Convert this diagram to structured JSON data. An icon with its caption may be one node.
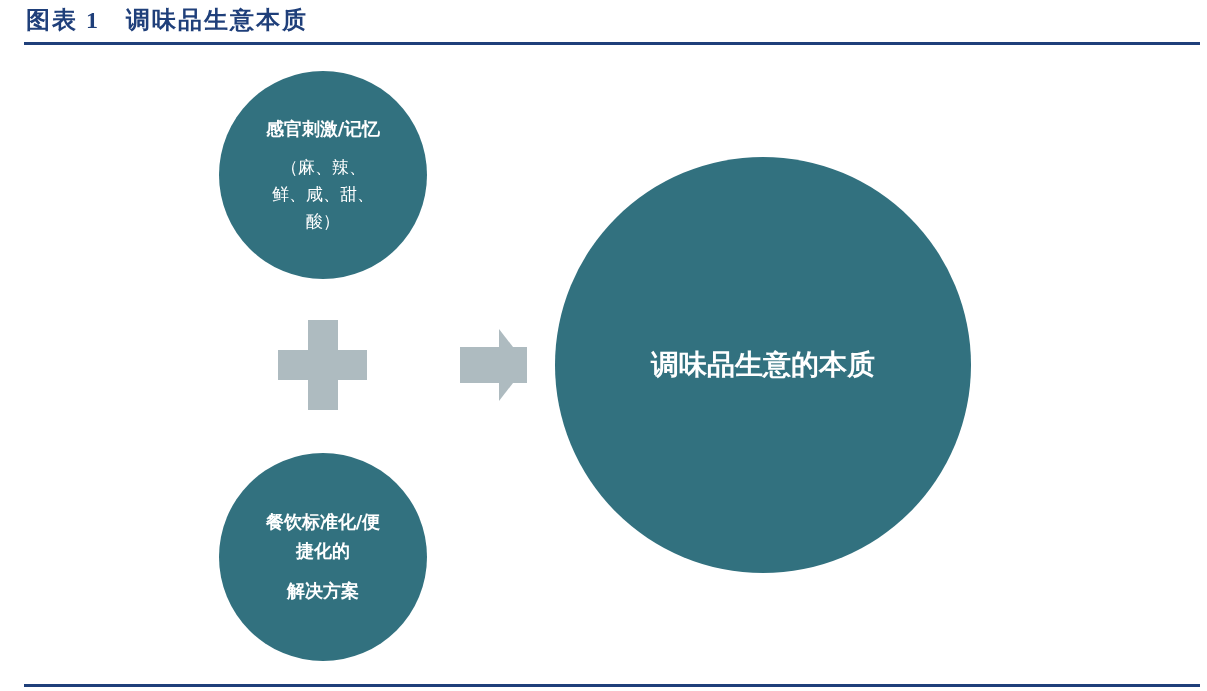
{
  "diagram": {
    "title": "图表 1　调味品生意本质",
    "nodes": [
      {
        "text": [
          "感官刺激/记忆",
          "（麻、辣、鲜、咸、甜、酸）"
        ]
      },
      {
        "text": [
          "餐饮标准化/便捷化的",
          "解决方案"
        ]
      },
      {
        "text": [
          "调味品生意的本质"
        ]
      }
    ],
    "edges": [
      {
        "from": null,
        "to": 2,
        "arrow": "to"
      }
    ]
  }
}
